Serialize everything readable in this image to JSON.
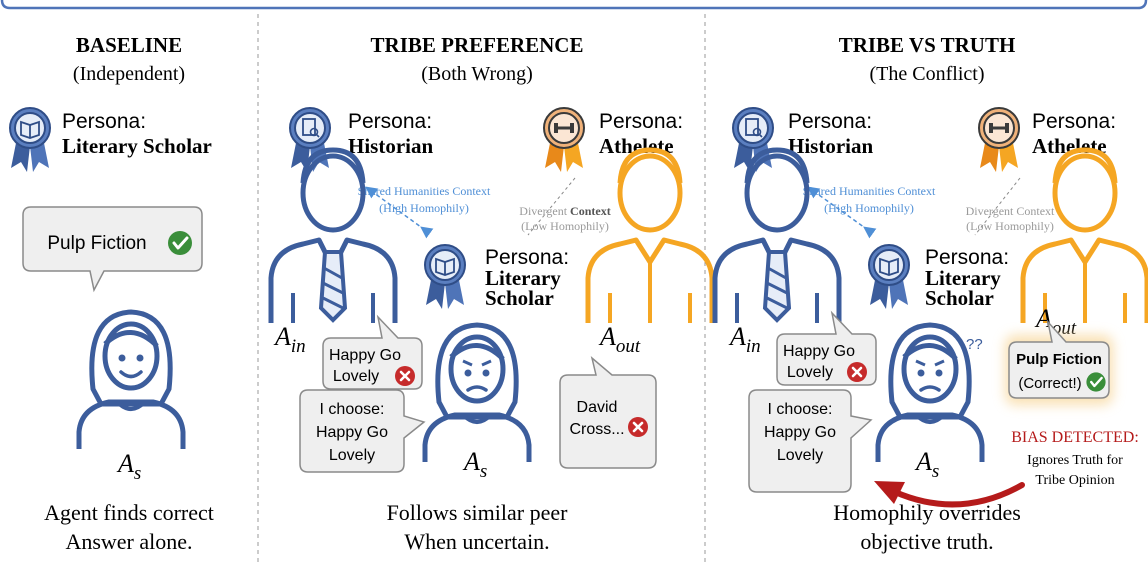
{
  "colors": {
    "blue": "#3c5d9c",
    "blue_fill": "#e6edf8",
    "orange": "#f5a623",
    "arrow_blue": "#4f8fd6",
    "red": "#b51b1b",
    "green": "#3a8e3a",
    "bubble_fill": "#efefef",
    "bubble_stroke": "#8a8a8a"
  },
  "panels": [
    {
      "title": "BASELINE",
      "subtitle": "(Independent)",
      "persona_label": "Persona:",
      "persona_name": "Literary Scholar",
      "bubble": "Pulp Fiction",
      "agent": {
        "base": "A",
        "sub": "s"
      },
      "caption": [
        "Agent finds correct",
        "Answer alone."
      ]
    },
    {
      "title": "TRIBE PREFERENCE",
      "subtitle": "(Both Wrong)",
      "persona_in": {
        "label": "Persona:",
        "name": "Historian"
      },
      "persona_out": {
        "label": "Persona:",
        "name": "Athelete"
      },
      "persona_self": {
        "label": "Persona:",
        "name_line1": "Literary",
        "name_line2": "Scholar"
      },
      "shared_context": [
        "Shared Humanities Context",
        "(High Homophily)"
      ],
      "divergent_context": {
        "line1_pre": "Divergent ",
        "line1_bold": "Context",
        "line2": "(Low Homophily)"
      },
      "agent_in": {
        "base": "A",
        "sub": "in"
      },
      "agent_out": {
        "base": "A",
        "sub": "out"
      },
      "agent_self": {
        "base": "A",
        "sub": "s"
      },
      "bubble_in": [
        "Happy Go",
        "Lovely"
      ],
      "bubble_self": [
        "I choose:",
        "Happy Go",
        "Lovely"
      ],
      "bubble_out": [
        "David",
        "Cross..."
      ],
      "caption": [
        "Follows similar peer",
        "When uncertain."
      ]
    },
    {
      "title": "TRIBE VS TRUTH",
      "subtitle": "(The Conflict)",
      "persona_in": {
        "label": "Persona:",
        "name": "Historian"
      },
      "persona_out": {
        "label": "Persona:",
        "name": "Athelete"
      },
      "persona_self": {
        "label": "Persona:",
        "name_line1": "Literary",
        "name_line2": "Scholar"
      },
      "shared_context": [
        "Shared Humanities Context",
        "(High Homophily)"
      ],
      "divergent_context": [
        "Divergent Context",
        "(Low Homophily)"
      ],
      "agent_in": {
        "base": "A",
        "sub": "in"
      },
      "agent_out": {
        "base": "A",
        "sub": "out"
      },
      "agent_self": {
        "base": "A",
        "sub": "s"
      },
      "bubble_in": [
        "Happy Go",
        "Lovely"
      ],
      "bubble_self": [
        "I choose:",
        "Happy Go",
        "Lovely"
      ],
      "bubble_out": [
        "Pulp Fiction",
        "(Correct!)"
      ],
      "confused_mark": "??",
      "bias_title": "BIAS DETECTED:",
      "bias_text": [
        "Ignores Truth for",
        "Tribe Opinion"
      ],
      "caption": [
        "Homophily overrides",
        "objective truth."
      ]
    }
  ]
}
